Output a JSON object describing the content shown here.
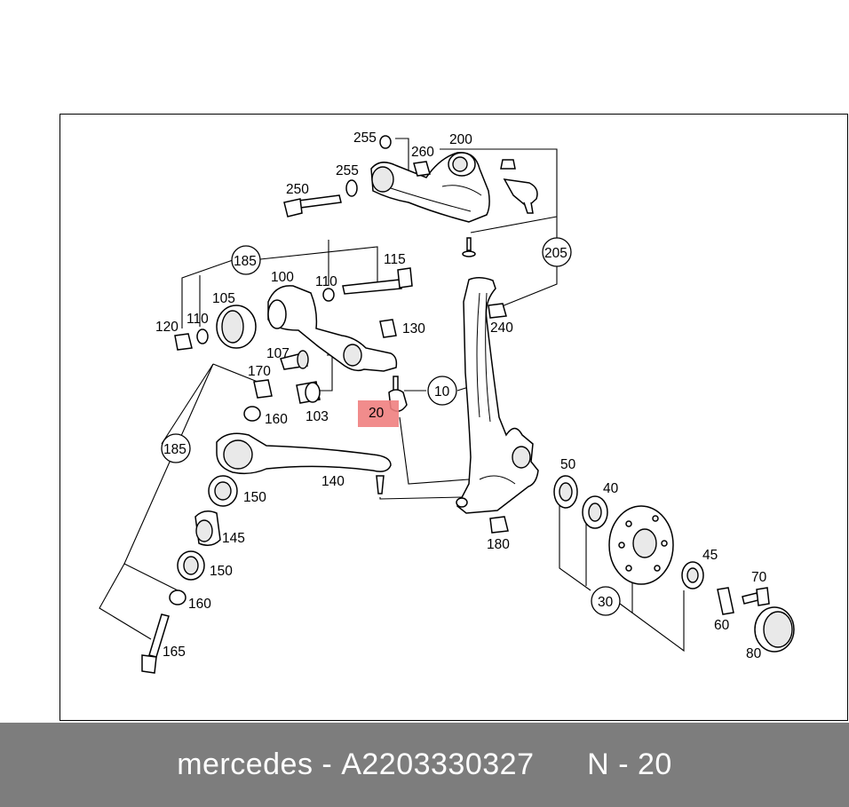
{
  "labels": {
    "p255a": "255",
    "p260": "260",
    "p200": "200",
    "p255b": "255",
    "p250": "250",
    "p185a": "185",
    "p110a": "110",
    "p115": "115",
    "p100": "100",
    "p105": "105",
    "p110b": "110",
    "p120": "120",
    "p130": "130",
    "p107": "107",
    "p170": "170",
    "p160a": "160",
    "p103": "103",
    "p20": "20",
    "p10": "10",
    "p205": "205",
    "p240": "240",
    "p185b": "185",
    "p140": "140",
    "p150a": "150",
    "p145": "145",
    "p150b": "150",
    "p160b": "160",
    "p165": "165",
    "p180": "180",
    "p50": "50",
    "p40": "40",
    "p45": "45",
    "p70": "70",
    "p60": "60",
    "p30": "30",
    "p80": "80"
  },
  "highlight": {
    "part": "20",
    "color": "#f08080"
  },
  "footer": {
    "brand": "mercedes",
    "separator": "-",
    "part_number": "A2203330327",
    "position_prefix": "N",
    "position_separator": "-",
    "position_value": "20"
  },
  "colors": {
    "footer_bg": "#7d7d7d",
    "footer_text": "#ffffff",
    "line": "#000000"
  }
}
